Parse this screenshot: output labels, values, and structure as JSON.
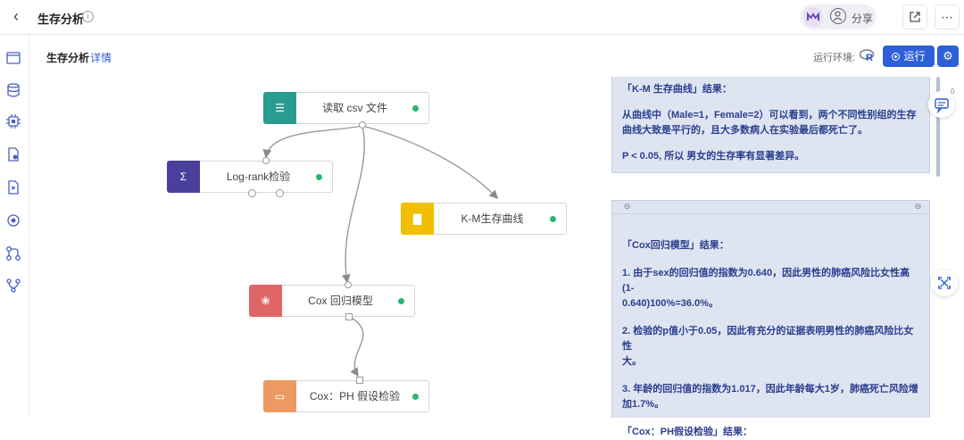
{
  "app": {
    "title": "生存分析"
  },
  "topbar": {
    "share_label": "分享"
  },
  "subheader": {
    "title": "生存分析",
    "detail_link": "详情",
    "env_label": "运行环境:",
    "run_label": "运行"
  },
  "side_comment": {
    "count": "0"
  },
  "nodes": {
    "read_csv": {
      "label": "读取 csv 文件",
      "color": "#2a9c8f"
    },
    "logrank": {
      "label": "Log-rank检验",
      "color": "#4a3f9a"
    },
    "km": {
      "label": "K-M生存曲线",
      "color": "#f0c000"
    },
    "cox": {
      "label": "Cox 回归模型",
      "color": "#e06666"
    },
    "cox_ph": {
      "label": "Cox：PH 假设检验",
      "color": "#ec9a62"
    }
  },
  "results": {
    "km": {
      "title": "「K-M 生存曲线」结果：",
      "line1": "从曲线中（Male=1，Female=2）可以看到，两个不同性别组的生存",
      "line2": "曲线大致是平行的，且大多数病人在实验最后都死亡了。",
      "line3": "P < 0.05, 所以 男女的生存率有显著差异。"
    },
    "cox": {
      "title": "「Cox回归模型」结果：",
      "item1a": "1. 由于sex的回归值的指数为0.640，因此男性的肺癌风险比女性高 (1-",
      "item1b": "0.640)100%=36.0%。",
      "item2a": "2. 检验的p值小于0.05，因此有充分的证据表明男性的肺癌风险比女性",
      "item2b": "大。",
      "item3a": "3. 年龄的回归值的指数为1.017，因此年龄每大1岁，肺癌死亡风险增",
      "item3b": "加1.7%。",
      "item4_partial": "「Cox：PH假设检验」结果："
    }
  },
  "colors": {
    "accent": "#2d5fd8",
    "status_ok": "#27b870",
    "result_text": "#2a3f8f",
    "result_bg": "#dfe4f1"
  }
}
